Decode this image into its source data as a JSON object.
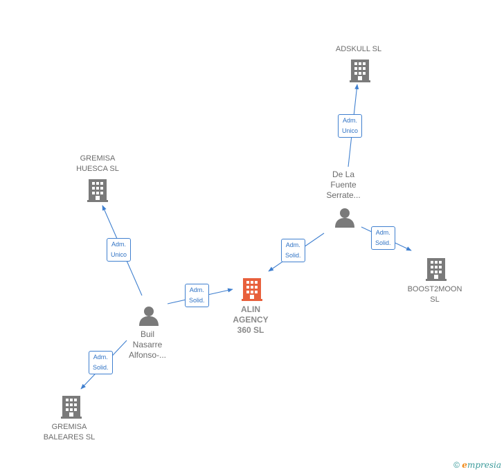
{
  "nodes": {
    "center": {
      "lines": [
        "ALIN",
        "AGENCY",
        "360  SL"
      ],
      "type": "company",
      "color": "#e8603c"
    },
    "adskull": {
      "lines": [
        "ADSKULL  SL"
      ],
      "type": "company",
      "color": "#7a7a7a"
    },
    "gremisa_huesca": {
      "lines": [
        "GREMISA",
        "HUESCA SL"
      ],
      "type": "company",
      "color": "#7a7a7a"
    },
    "boost": {
      "lines": [
        "BOOST2MOON",
        "SL"
      ],
      "type": "company",
      "color": "#7a7a7a"
    },
    "gremisa_baleares": {
      "lines": [
        "GREMISA",
        "BALEARES  SL"
      ],
      "type": "company",
      "color": "#7a7a7a"
    },
    "delafuente": {
      "lines": [
        "De La",
        "Fuente",
        "Serrate..."
      ],
      "type": "person",
      "color": "#7a7a7a"
    },
    "buil": {
      "lines": [
        "Buil",
        "Nasarre",
        "Alfonso-..."
      ],
      "type": "person",
      "color": "#7a7a7a"
    }
  },
  "edges": [
    {
      "id": "e1",
      "lines": [
        "Adm.",
        "Unico"
      ]
    },
    {
      "id": "e2",
      "lines": [
        "Adm.",
        "Solid."
      ]
    },
    {
      "id": "e3",
      "lines": [
        "Adm.",
        "Solid."
      ]
    },
    {
      "id": "e4",
      "lines": [
        "Adm.",
        "Unico"
      ]
    },
    {
      "id": "e5",
      "lines": [
        "Adm.",
        "Solid."
      ]
    },
    {
      "id": "e6",
      "lines": [
        "Adm.",
        "Solid."
      ]
    }
  ],
  "footer": {
    "copyright": "©",
    "brand_initial": "e",
    "brand_rest": "mpresia"
  },
  "colors": {
    "edge": "#3f7fcf",
    "center": "#e8603c",
    "node": "#7a7a7a"
  }
}
